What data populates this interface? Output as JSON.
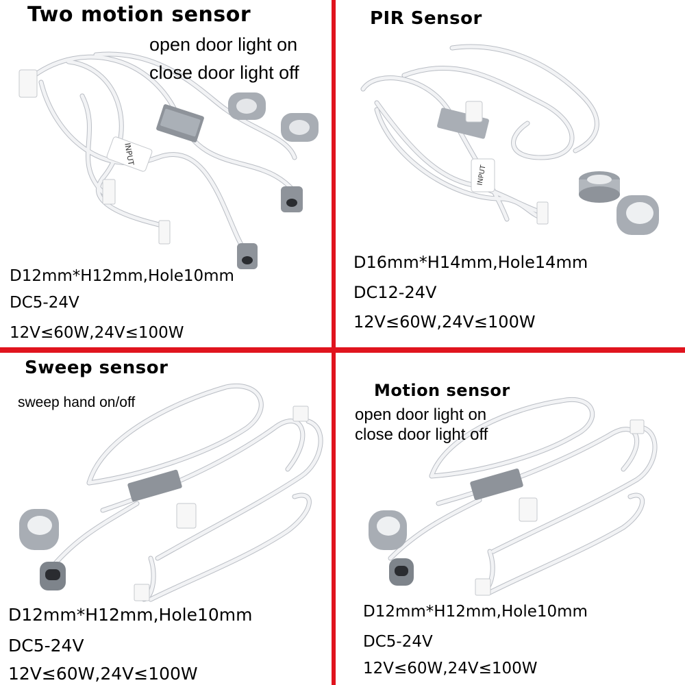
{
  "colors": {
    "divider": "#e0141e",
    "background": "#ffffff",
    "cable": "#f2f3f5",
    "cable_shadow": "#b9bdc4",
    "metal": "#b8bcc2",
    "text": "#000000"
  },
  "panels": [
    {
      "title": "Two motion sensor",
      "notes": [
        "open door light on",
        "close door light off"
      ],
      "label_text": "INPUT",
      "specs": [
        "D12mm*H12mm,Hole10mm",
        "DC5-24V",
        "12V≤60W,24V≤100W"
      ]
    },
    {
      "title": "PIR Sensor",
      "notes": [],
      "label_text": "INPUT",
      "specs": [
        "D16mm*H14mm,Hole14mm",
        "DC12-24V",
        "12V≤60W,24V≤100W"
      ]
    },
    {
      "title": "Sweep sensor",
      "notes": [
        "sweep hand on/off"
      ],
      "specs": [
        "D12mm*H12mm,Hole10mm",
        "DC5-24V",
        "12V≤60W,24V≤100W"
      ]
    },
    {
      "title": "Motion sensor",
      "notes": [
        "open door light on",
        "close door light off"
      ],
      "specs": [
        "D12mm*H12mm,Hole10mm",
        "DC5-24V",
        "12V≤60W,24V≤100W"
      ]
    }
  ]
}
